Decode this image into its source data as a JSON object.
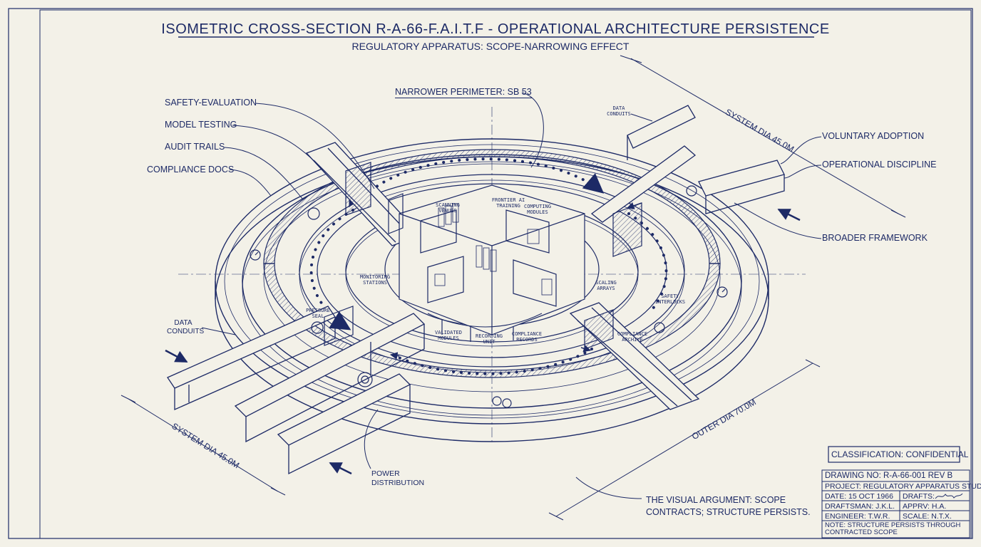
{
  "title": "ISOMETRIC CROSS-SECTION R-A-66-F.A.I.T.F - OPERATIONAL ARCHITECTURE PERSISTENCE",
  "subtitle": "REGULATORY APPARATUS: SCOPE-NARROWING EFFECT",
  "callouts": {
    "safety_evaluation": "SAFETY-EVALUATION",
    "model_testing": "MODEL TESTING",
    "audit_trails": "AUDIT TRAILS",
    "compliance_docs": "COMPLIANCE DOCS",
    "narrower_perimeter": "NARROWER PERIMETER: SB 53",
    "data_conduits_top": "DATA CONDUITS",
    "data_conduits_left": "DATA CONDUITS",
    "voluntary_adoption": "VOLUNTARY ADOPTION",
    "operational_discipline": "OPERATIONAL DISCIPLINE",
    "broader_framework": "BROADER FRAMEWORK",
    "power_distribution": "POWER DISTRIBUTION",
    "system_dia_top": "SYSTEM DIA 45.0M",
    "system_dia_bottom": "SYSTEM DIA 45.0M",
    "outer_dia": "OUTER DIA 70.0M",
    "visual_argument": "THE VISUAL ARGUMENT: SCOPE CONTRACTS; STRUCTURE PERSISTS."
  },
  "inner_labels": {
    "frontier_ai_training": "FRONTIER AI TRAINING",
    "scanning_venues": "SCANNING VENUES",
    "computing_modules": "COMPUTING MODULES",
    "monitoring_stations": "MONITORING STATIONS",
    "pressure_seal": "PRESSURE SEAL",
    "scaling_arrays": "SCALING ARRAYS",
    "safety_interlocks": "SAFETY INTERLOCKS",
    "compliance_archive": "COMPLIANCE ARCHIVE",
    "validated_modules": "VALIDATED MODULES",
    "recording_unit": "RECORDING UNIT",
    "compliance_records": "COMPLIANCE RECORDS"
  },
  "title_block": {
    "classification": "CLASSIFICATION: CONFIDENTIAL",
    "drawing_no": "DRAWING NO:  R-A-66-001   REV B",
    "project": "PROJECT: REGULATORY APPARATUS STUDY",
    "date": "DATE:  15 OCT 1966",
    "drafts": "DRAFTS:",
    "draftsman": "DRAFTSMAN:  J.K.L.",
    "apprv": "APPRV:    H.A.",
    "engineer": "ENGINEER:    T.W.R.",
    "scale": "SCALE:   N.T.X.",
    "note": "NOTE:  STRUCTURE PERSISTS THROUGH CONTRACTED SCOPE"
  },
  "colors": {
    "ink": "#1d2a66",
    "paper": "#f3f1e8"
  }
}
